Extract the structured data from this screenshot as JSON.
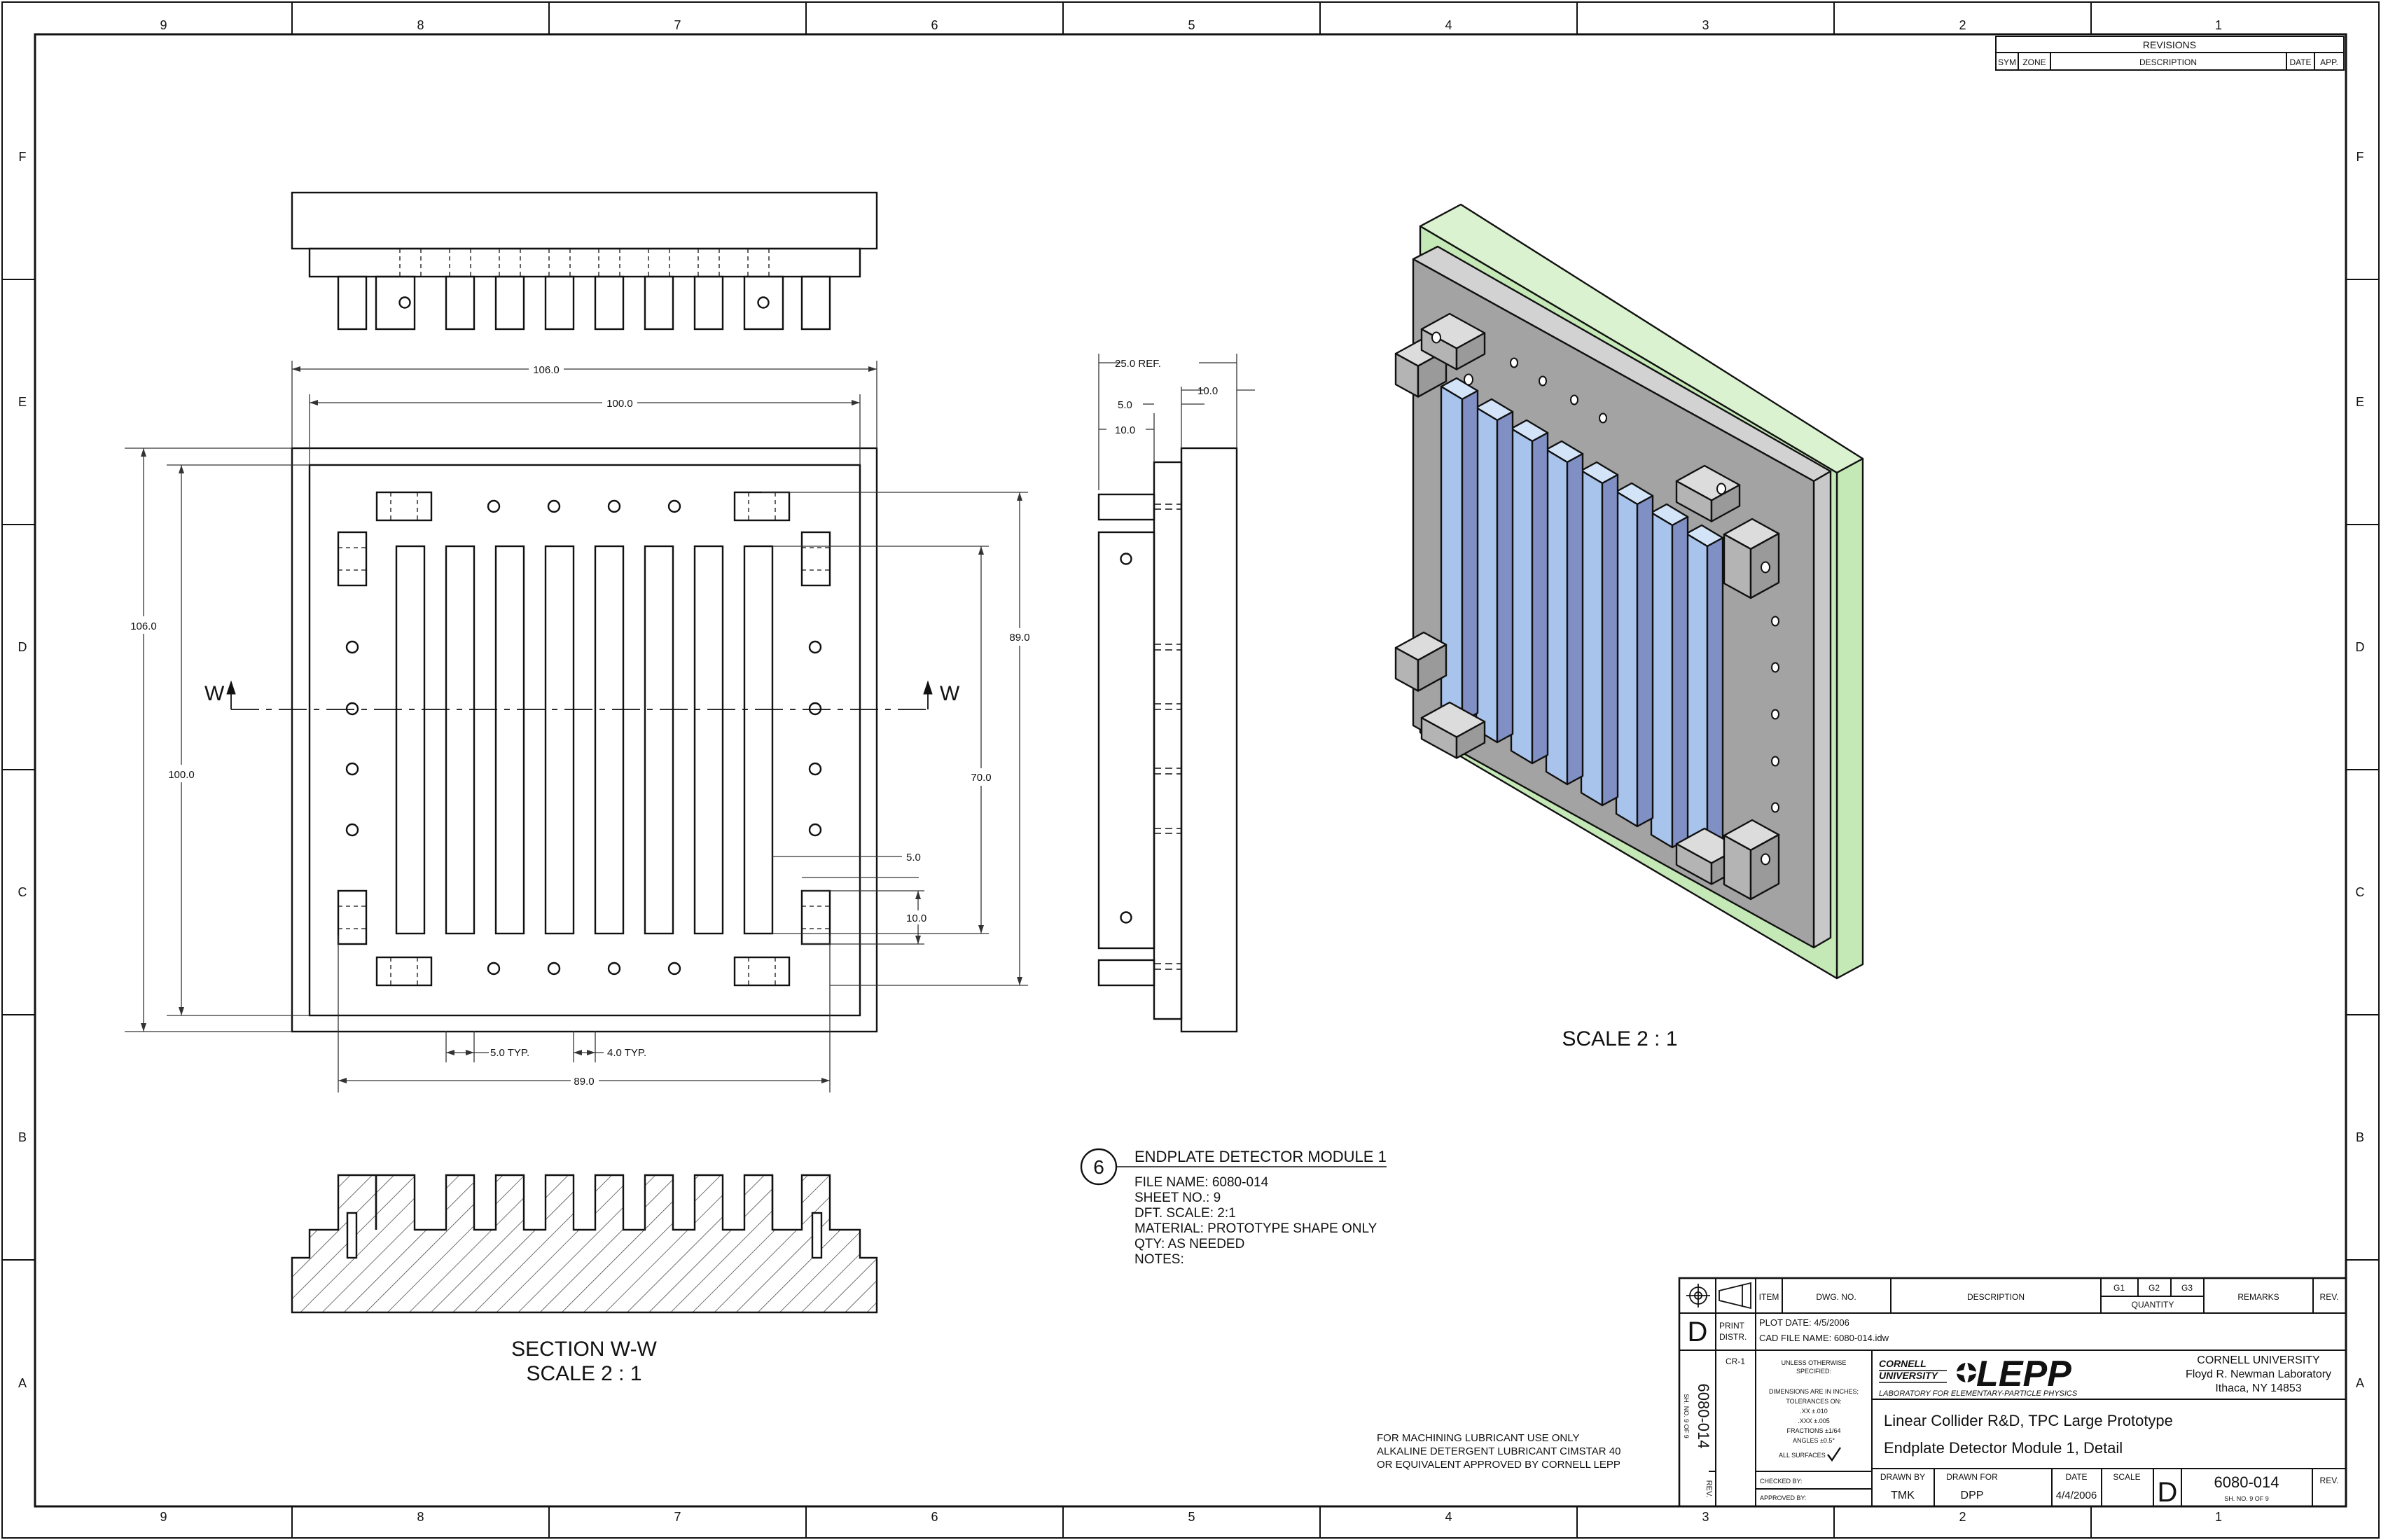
{
  "border": {
    "col_labels": [
      "9",
      "8",
      "7",
      "6",
      "5",
      "4",
      "3",
      "2",
      "1"
    ],
    "row_labels": [
      "F",
      "E",
      "D",
      "C",
      "B",
      "A"
    ]
  },
  "revisions": {
    "title": "REVISIONS",
    "headers": [
      "SYM",
      "ZONE",
      "DESCRIPTION",
      "DATE",
      "APP."
    ]
  },
  "dims": {
    "top_106": "106.0",
    "top_100": "100.0",
    "left_106": "106.0",
    "left_100": "100.0",
    "right_89": "89.0",
    "right_70": "70.0",
    "slot_5": "5.0",
    "slot_10": "10.0",
    "typ_5": "5.0 TYP.",
    "typ_4": "4.0 TYP.",
    "bottom_89": "89.0",
    "side_25": "25.0 REF.",
    "side_5": "5.0",
    "side_10a": "10.0",
    "side_10b": "10.0",
    "w_left": "W",
    "w_right": "W"
  },
  "section": {
    "title": "SECTION  W-W",
    "scale": "SCALE 2 : 1"
  },
  "iso": {
    "scale": "SCALE 2 : 1"
  },
  "note": {
    "balloon": "6",
    "title": "ENDPLATE DETECTOR MODULE 1",
    "lines": [
      "FILE NAME: 6080-014",
      "SHEET NO.: 9",
      "DFT. SCALE: 2:1",
      "MATERIAL: PROTOTYPE SHAPE ONLY",
      "QTY: AS NEEDED",
      "NOTES:"
    ]
  },
  "lubricant": [
    "FOR MACHINING LUBRICANT USE ONLY",
    "ALKALINE DETERGENT LUBRICANT CIMSTAR 40",
    "OR EQUIVALENT APPROVED BY CORNELL LEPP"
  ],
  "title_block": {
    "item": "ITEM",
    "dwg_no": "DWG. NO.",
    "description": "DESCRIPTION",
    "g1": "G1",
    "g2": "G2",
    "g3": "G3",
    "quantity": "QUANTITY",
    "remarks": "REMARKS",
    "rev": "REV.",
    "size_d": "D",
    "print": "PRINT",
    "distr": "DISTR.",
    "plot_date": "PLOT DATE:  4/5/2006",
    "cad_file": "CAD FILE NAME:  6080-014.idw",
    "cr1": "CR-1",
    "tolerance_lines": [
      "UNLESS OTHERWISE",
      "SPECIFIED:",
      "DIMENSIONS ARE IN INCHES;",
      "TOLERANCES ON:",
      ".XX  ±.010",
      ".XXX ±.005",
      "FRACTIONS ±1/64",
      "ANGLES ±0.5°",
      "ALL SURFACES"
    ],
    "vert_num": "6080-014",
    "vert_sheet": "SH. NO. 9    OF 9",
    "vert_rev": "REV.",
    "cornell_1": "CORNELL",
    "cornell_2": "UNIVERSITY",
    "lepp": "LEPP",
    "lepp_sub": "LABORATORY FOR ELEMENTARY-PARTICLE PHYSICS",
    "univ": "CORNELL UNIVERSITY",
    "lab": "Floyd R. Newman Laboratory",
    "city": "Ithaca, NY 14853",
    "title1": "Linear Collider R&D, TPC Large Prototype",
    "title2": "Endplate Detector Module 1, Detail",
    "checked": "CHECKED BY:",
    "approved": "APPROVED BY:",
    "drawn_by": "DRAWN BY",
    "drawn_by_val": "TMK",
    "drawn_for": "DRAWN FOR",
    "drawn_for_val": "DPP",
    "date": "DATE",
    "date_val": "4/4/2006",
    "scale": "SCALE",
    "size2": "D",
    "dwg": "6080-014",
    "sheet": "SH. NO. 9      OF 9",
    "rev2": "REV."
  },
  "colors": {
    "line": "#111111",
    "slot_face": "#a9c4ec",
    "slot_side": "#8190c4",
    "slot_top": "#d4e4f8",
    "plate_face": "#9a9a9a",
    "plate_top": "#c8c8c8",
    "green_face": "#c4e8b6",
    "green_top": "#daf2cf",
    "block": "#b8b8b8"
  }
}
